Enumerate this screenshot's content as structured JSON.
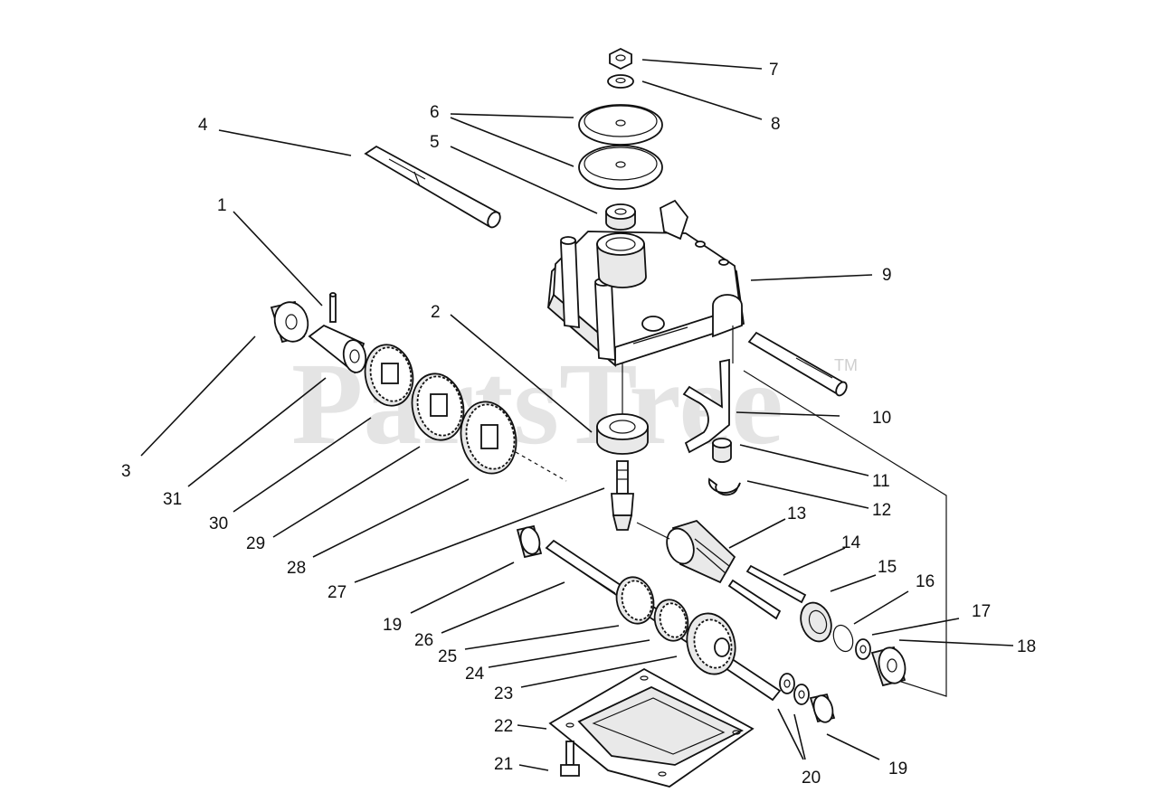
{
  "watermark": {
    "text": "PartsTree",
    "tm": "TM"
  },
  "callouts": {
    "c1": "1",
    "c2": "2",
    "c3": "3",
    "c4": "4",
    "c5": "5",
    "c6": "6",
    "c7": "7",
    "c8": "8",
    "c9": "9",
    "c10": "10",
    "c11": "11",
    "c12": "12",
    "c13": "13",
    "c14": "14",
    "c15": "15",
    "c16": "16",
    "c17": "17",
    "c18": "18",
    "c19a": "19",
    "c19b": "19",
    "c20": "20",
    "c21": "21",
    "c22": "22",
    "c23": "23",
    "c24": "24",
    "c25": "25",
    "c26": "26",
    "c27": "27",
    "c28": "28",
    "c29": "29",
    "c30": "30",
    "c31": "31"
  }
}
